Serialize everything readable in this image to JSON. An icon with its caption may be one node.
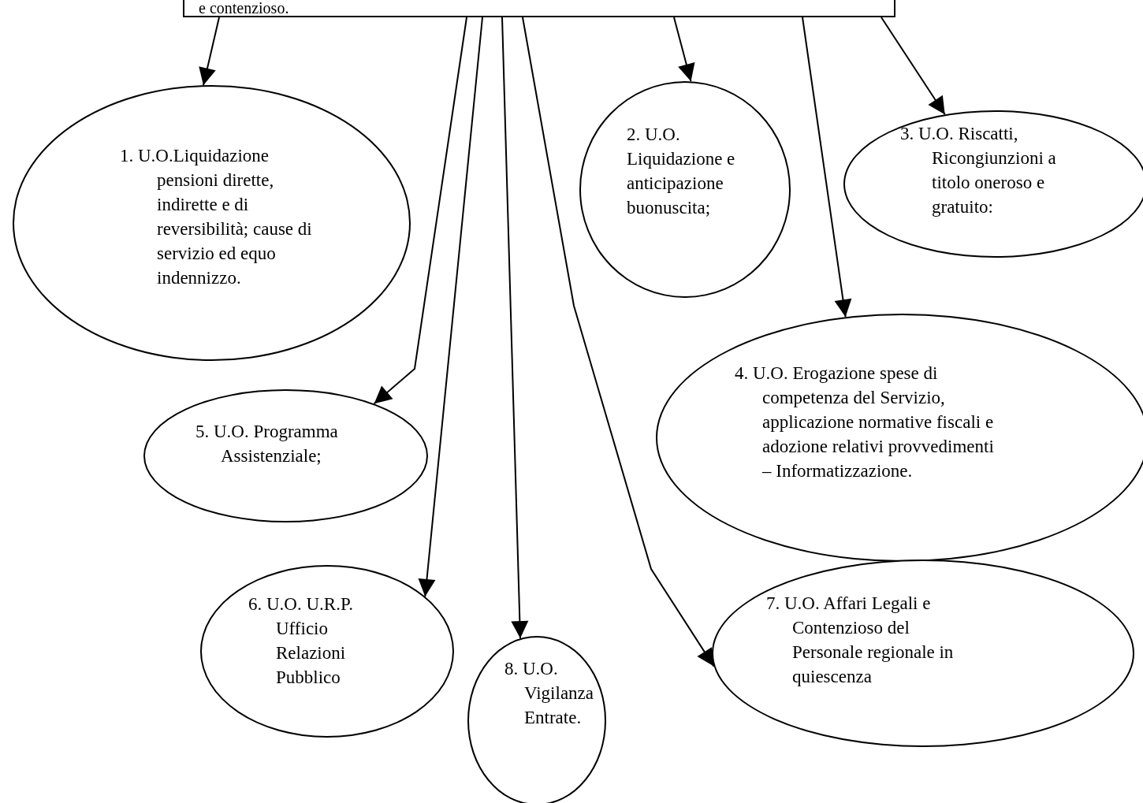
{
  "diagram": {
    "nodes": [
      {
        "text": [
          "e contenzioso."
        ]
      },
      {
        "text": [
          "1. U.O.Liquidazione pensioni dirette, indirette e di reversibilità; cause di servizio ed equo indennizzo."
        ]
      },
      {
        "text": [
          "2. U.O. Liquidazione e anticipazione buonuscita;"
        ]
      },
      {
        "text": [
          "3. U.O. Riscatti, Ricongiunzioni a titolo oneroso e gratuito:"
        ]
      },
      {
        "text": [
          "4. U.O. Erogazione spese di competenza del Servizio, applicazione normative fiscali e adozione relativi provvedimenti – Informatizzazione."
        ]
      },
      {
        "text": [
          "5. U.O. Programma Assistenziale;"
        ]
      },
      {
        "text": [
          "6. U.O. U.R.P. Ufficio Relazioni Pubblico"
        ]
      },
      {
        "text": [
          "8. U.O. Vigilanza Entrate."
        ]
      },
      {
        "text": [
          "7. U.O. Affari Legali e Contenzioso del Personale regionale in quiescenza"
        ]
      }
    ],
    "edges": [
      {
        "from": 0,
        "to": 1,
        "arrow": "to"
      },
      {
        "from": 0,
        "to": 2,
        "arrow": "to"
      },
      {
        "from": 0,
        "to": 3,
        "arrow": "to"
      },
      {
        "from": 0,
        "to": 4,
        "arrow": "to"
      },
      {
        "from": 0,
        "to": 5,
        "arrow": "to"
      },
      {
        "from": 0,
        "to": 6,
        "arrow": "to"
      },
      {
        "from": 0,
        "to": 7,
        "arrow": "to"
      },
      {
        "from": 0,
        "to": 8,
        "arrow": "to"
      }
    ]
  }
}
